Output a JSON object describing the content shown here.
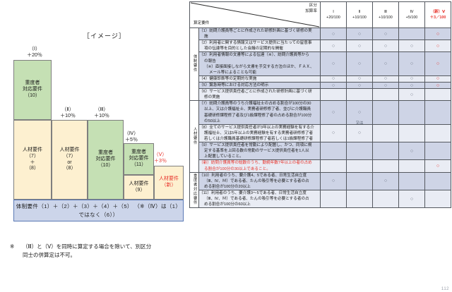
{
  "left_panel": {
    "image_title": "［イメージ］",
    "captions": [
      {
        "roman": "（Ⅰ）",
        "rate": "＋20％"
      },
      {
        "roman": "（Ⅱ）",
        "rate": "＋10％"
      },
      {
        "roman": "（Ⅲ）",
        "rate": "＋10％"
      },
      {
        "roman": "（Ⅳ）",
        "rate": "＋5％"
      },
      {
        "roman": "（Ⅴ）",
        "rate": "＋3％"
      }
    ],
    "blocks": {
      "col1_top": "重度者\n対応要件\n（10）",
      "col1_top_l1": "重度者",
      "col1_top_l2": "対応要件",
      "col1_top_l3": "（10）",
      "col1_bottom_l1": "人材要件",
      "col1_bottom_l2": "（7）",
      "col1_bottom_l3": "＋",
      "col1_bottom_l4": "（8）",
      "col2_l1": "人材要件",
      "col2_l2": "（7）",
      "col2_l3": "or",
      "col2_l4": "（8）",
      "col3_l1": "重度者",
      "col3_l2": "対応要件",
      "col3_l3": "（10）",
      "col4_top_l1": "重度者",
      "col4_top_l2": "対応要件",
      "col4_top_l3": "（11）",
      "col4_bottom_l1": "人材要件",
      "col4_bottom_l2": "（9）",
      "col5_l1": "人材要件",
      "col5_l2": "（新）"
    },
    "footbar_line1": "体制要件（1）＋（2）＋（3）＋（4）＋（5）",
    "footbar_line2": "（※（Ⅳ）は（1）ではなく（6））",
    "note_mark": "※",
    "note_line1": "（Ⅲ）と（Ⅴ）を同時に算定する場合を除いて、別区分",
    "note_line2": "同士の併算定は不可。"
  },
  "table": {
    "header": {
      "corner_top_right_l1": "区分",
      "corner_top_right_l2": "加算率",
      "corner_bottom_left": "算定要件",
      "columns": [
        {
          "roman": "Ⅰ",
          "rate": "+20/100",
          "red": false,
          "prefix": ""
        },
        {
          "roman": "Ⅱ",
          "rate": "+10/100",
          "red": false,
          "prefix": ""
        },
        {
          "roman": "Ⅲ",
          "rate": "+10/100",
          "red": false,
          "prefix": ""
        },
        {
          "roman": "Ⅳ",
          "rate": "+5/100",
          "red": false,
          "prefix": ""
        },
        {
          "roman": "Ⅴ",
          "rate": "＋3／100",
          "red": true,
          "prefix": "（新）"
        }
      ]
    },
    "sections": [
      {
        "label": "体制要件",
        "rows": [
          {
            "lines": [
              "（1）訪問介護員等ごとに作成された研修計画に基づく研修の実",
              "施"
            ],
            "indent": [
              0,
              1
            ],
            "red": false,
            "marks": [
              "○",
              "○",
              "○",
              "",
              "○"
            ]
          },
          {
            "lines": [
              "（2）利用者に関する情報又はサービス提供に当たっての留意事",
              "項の伝達等を目的とした会議の定期的な開催"
            ],
            "indent": [
              0,
              1
            ],
            "red": false,
            "marks": [
              "○",
              "○",
              "○",
              "○",
              "○"
            ]
          },
          {
            "lines": [
              "（3）利用者情報の文書等による伝達（※）、訪問介護員等から",
              "の報告",
              "（※）直接面接しながら文書を手交する方法のほか、ＦＡＸ、",
              "メール等によることも可能"
            ],
            "indent": [
              0,
              1,
              1,
              2
            ],
            "red": false,
            "marks": [
              "○",
              "○",
              "○",
              "○",
              "○"
            ]
          },
          {
            "lines": [
              "（4）健康診断等の定期的な実施"
            ],
            "indent": [
              0
            ],
            "red": false,
            "marks": [
              "○",
              "○",
              "○",
              "○",
              "○"
            ]
          },
          {
            "lines": [
              "（5）緊急時等における対応方法の明示"
            ],
            "indent": [
              0
            ],
            "red": false,
            "marks": [
              "○",
              "○",
              "○",
              "○",
              "○"
            ]
          },
          {
            "lines": [
              "（6）サービス提供責任者ごとに作成された研修計画に基づく研",
              "修の実施"
            ],
            "indent": [
              0,
              1
            ],
            "red": false,
            "marks": [
              "",
              "",
              "",
              "○",
              ""
            ]
          }
        ]
      },
      {
        "label": "人材要件",
        "rows": [
          {
            "lines": [
              "（7）訪問介護員等のうち介護福祉士の占める割合が100分の30",
              "以上、又は介護福祉士、実務者研修修了者、並びに介護職員",
              "基礎研修課程修了者及び1級課程修了者の占める割合が100分",
              "の50以上"
            ],
            "indent": [
              0,
              1,
              1,
              1
            ],
            "red": false,
            "marks": [
              "○",
              "○",
              "",
              "",
              ""
            ]
          },
          {
            "lines": [
              "（8）全てのサービス提供責任者が3年以上の実務経験を有する介",
              "護福祉士、又は5年以上の実務経験を有する実務者研修修了者",
              "若しくは介護職員基礎研修課程修了者若しくは1級課程修了者"
            ],
            "indent": [
              0,
              1,
              1
            ],
            "red": false,
            "marks": [
              "○",
              "○",
              "",
              "",
              ""
            ]
          },
          {
            "lines": [
              "（9）サービス提供責任者を常勤により配置し、かつ、同項に規",
              "定する基準を上回る数の常勤のサービス提供責任者を1人以",
              "上配置していること。"
            ],
            "indent": [
              0,
              1,
              1
            ],
            "red": false,
            "marks": [
              "",
              "",
              "",
              "○",
              ""
            ]
          },
          {
            "lines": [
              "（新）訪問介護員等の総数のうち、勤続年数7年以上の者の占め",
              "る割合が100分の30以上であること。"
            ],
            "indent": [
              0,
              1
            ],
            "red": true,
            "marks": [
              "",
              "",
              "",
              "",
              "○"
            ]
          }
        ]
      },
      {
        "label": "重度者対応要件",
        "rows": [
          {
            "lines": [
              "（10）利用者のうち、要介護4、5である者、日常生活自立度",
              "（Ⅲ、Ⅳ、Ｍ）である者、たんの吸引等を必要とする者の占",
              "める割合が100分の20以上"
            ],
            "indent": [
              0,
              1,
              1
            ],
            "red": false,
            "marks": [
              "○",
              "",
              "○",
              "",
              ""
            ]
          },
          {
            "lines": [
              "（11）利用者のうち、要介護3～5である者、日常生活自立度",
              "（Ⅲ、Ⅳ、Ｍ）である者、たんの吸引等を必要とする者の占",
              "める割合が100分の60以上"
            ],
            "indent": [
              0,
              1,
              1
            ],
            "red": false,
            "marks": [
              "",
              "",
              "",
              "○",
              ""
            ]
          }
        ]
      }
    ],
    "span_note": "又は",
    "page_number": "112"
  }
}
